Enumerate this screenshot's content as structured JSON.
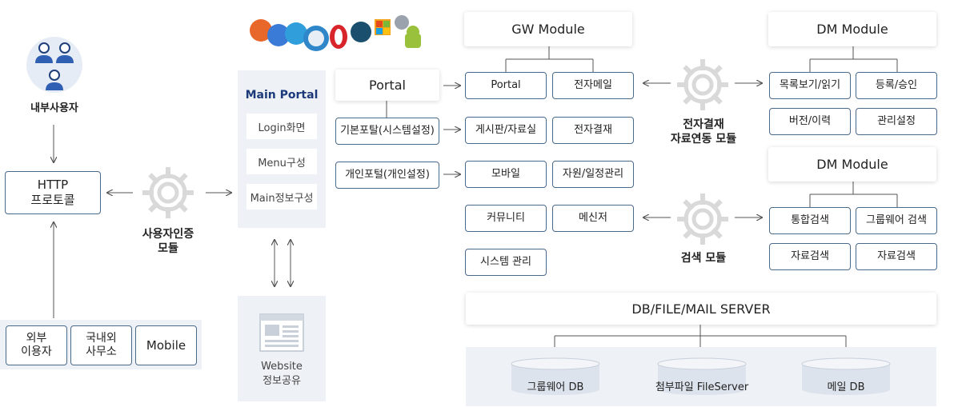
{
  "users": {
    "internal_label": "내부사용자",
    "http_label": "HTTP\n프로토콜",
    "external_label": "외부\n이용자",
    "overseas_label": "국내외\n사무소",
    "mobile_label": "Mobile"
  },
  "auth": {
    "label": "사용자인증\n모듈"
  },
  "main_portal": {
    "title": "Main Portal",
    "items": [
      "Login화면",
      "Menu구성",
      "Main정보구성"
    ]
  },
  "website": {
    "label": "Website\n정보공유"
  },
  "portal": {
    "title": "Portal",
    "items": [
      "기본포탈(시스템설정)",
      "개인포털(개인설정)"
    ]
  },
  "gw_module": {
    "title": "GW Module",
    "items": [
      "Portal",
      "전자메일",
      "게시판/자료실",
      "전자결재",
      "모바일",
      "자원/일정관리",
      "커뮤니티",
      "메신저",
      "시스템 관리"
    ]
  },
  "approval_module": {
    "label": "전자결재\n자료연동 모듈"
  },
  "search_module": {
    "label": "검색 모듈"
  },
  "dm_module_1": {
    "title": "DM Module",
    "items": [
      "목록보기/읽기",
      "등록/승인",
      "버전/이력",
      "관리설정"
    ]
  },
  "dm_module_2": {
    "title": "DM Module",
    "items": [
      "통합검색",
      "그룹웨어 검색",
      "자료검색",
      "자료검색"
    ]
  },
  "server": {
    "title": "DB/FILE/MAIL SERVER",
    "dbs": [
      "그룹웨어  DB",
      "첨부파일 FileServer",
      "메일  DB"
    ]
  },
  "colors": {
    "border": "#4a6a8a",
    "panel": "#eef1f5",
    "gear": "#d9d9d9",
    "arrow": "#555555",
    "cylinder": "#dde3ec"
  }
}
